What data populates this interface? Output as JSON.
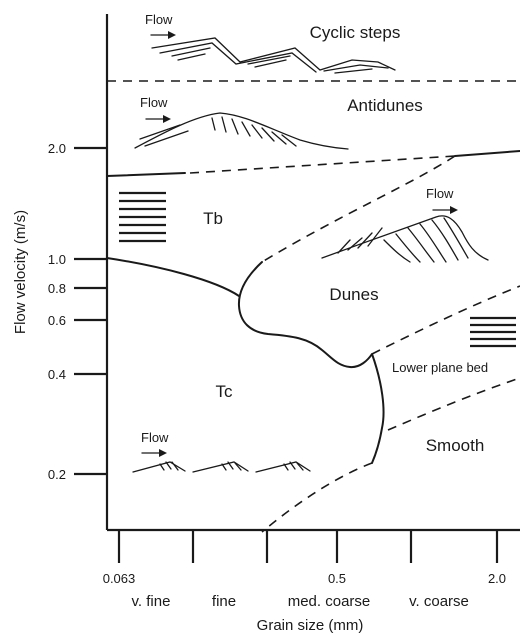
{
  "y_axis": {
    "title": "Flow velocity (m/s)",
    "ticks": [
      "2.0",
      "1.0",
      "0.8",
      "0.6",
      "0.4",
      "0.2"
    ]
  },
  "x_axis": {
    "title": "Grain size (mm)",
    "tick_values": [
      "0.063",
      "0.5",
      "2.0"
    ],
    "grain_classes": [
      "v. fine",
      "fine",
      "med. coarse",
      "v. coarse"
    ]
  },
  "regions": {
    "cyclic_steps": "Cyclic steps",
    "antidunes": "Antidunes",
    "tb": "Tb",
    "dunes": "Dunes",
    "tc": "Tc",
    "lower_plane_bed": "Lower plane bed",
    "smooth": "Smooth"
  },
  "flow_labels": [
    "Flow",
    "Flow",
    "Flow",
    "Flow"
  ]
}
